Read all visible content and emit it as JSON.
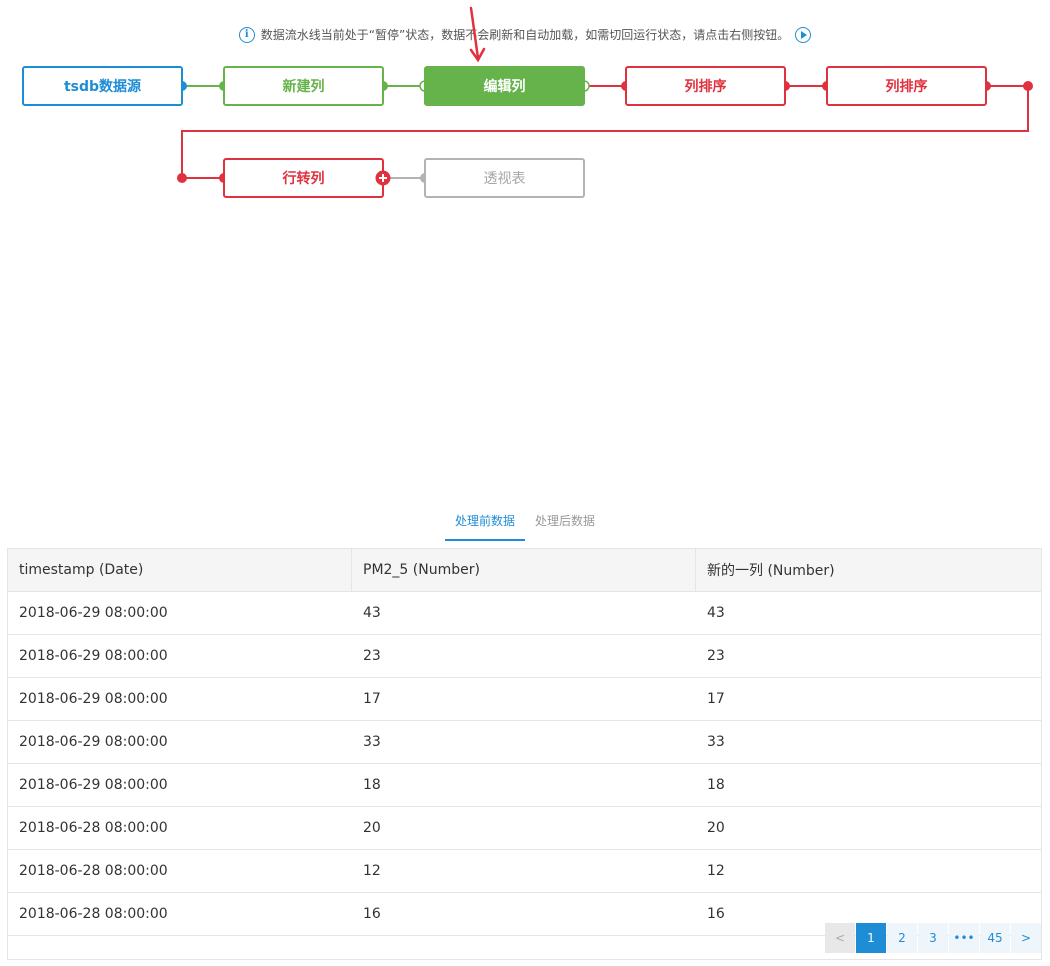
{
  "notice": {
    "text": "数据流水线当前处于“暂停”状态，数据不会刷新和自动加载，如需切回运行状态，请点击右侧按钮。",
    "info_icon": "info-icon",
    "play_icon": "play-icon"
  },
  "pipeline": {
    "nodes": [
      {
        "label": "tsdb数据源"
      },
      {
        "label": "新建列"
      },
      {
        "label": "编辑列"
      },
      {
        "label": "列排序"
      },
      {
        "label": "列排序"
      },
      {
        "label": "行转列"
      },
      {
        "label": "透视表"
      }
    ],
    "colors": {
      "blue": "#1f8dd6",
      "green": "#67b34b",
      "red": "#e0313f",
      "grey": "#b3b3b3"
    }
  },
  "tabs": [
    {
      "label": "处理前数据"
    },
    {
      "label": "处理后数据"
    }
  ],
  "table": {
    "headers": [
      "timestamp (Date)",
      "PM2_5 (Number)",
      "新的一列 (Number)"
    ],
    "rows": [
      [
        "2018-06-29 08:00:00",
        "43",
        "43"
      ],
      [
        "2018-06-29 08:00:00",
        "23",
        "23"
      ],
      [
        "2018-06-29 08:00:00",
        "17",
        "17"
      ],
      [
        "2018-06-29 08:00:00",
        "33",
        "33"
      ],
      [
        "2018-06-29 08:00:00",
        "18",
        "18"
      ],
      [
        "2018-06-28 08:00:00",
        "20",
        "20"
      ],
      [
        "2018-06-28 08:00:00",
        "12",
        "12"
      ],
      [
        "2018-06-28 08:00:00",
        "16",
        "16"
      ]
    ]
  },
  "pagination": {
    "prev": "<",
    "pages": [
      "1",
      "2",
      "3"
    ],
    "ellipsis": "•••",
    "last": "45",
    "next": ">"
  }
}
